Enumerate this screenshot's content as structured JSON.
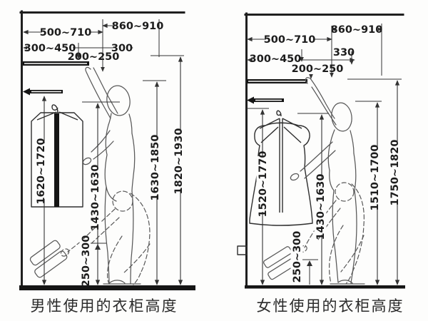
{
  "colors": {
    "background": "#fdfdfc",
    "ink": "#1c1c1c",
    "dimension_line": "#333333",
    "figure_sketch": "#585858"
  },
  "panels": [
    {
      "id": "male",
      "caption": "男性使用的衣柜高度",
      "dims": {
        "top_span": "500~710",
        "upper_right_span": "860~910",
        "shelf_span": "300~450",
        "gap_span": "300",
        "rod_clearance": "200~250",
        "hang_height": "1620~1720",
        "mid_height": "1430~1630",
        "base_height": "250~300",
        "eye_height": "1630~1850",
        "reach_height": "1820~1930"
      }
    },
    {
      "id": "female",
      "caption": "女性使用的衣柜高度",
      "dims": {
        "top_span": "500~710",
        "upper_right_span": "860~910",
        "shelf_span": "300~450",
        "gap_span": "330",
        "rod_clearance": "200~250",
        "hang_height": "1520~1770",
        "mid_height": "1430~1630",
        "base_height": "250~300",
        "eye_height": "1510~1700",
        "reach_height": "1750~1820"
      }
    }
  ]
}
